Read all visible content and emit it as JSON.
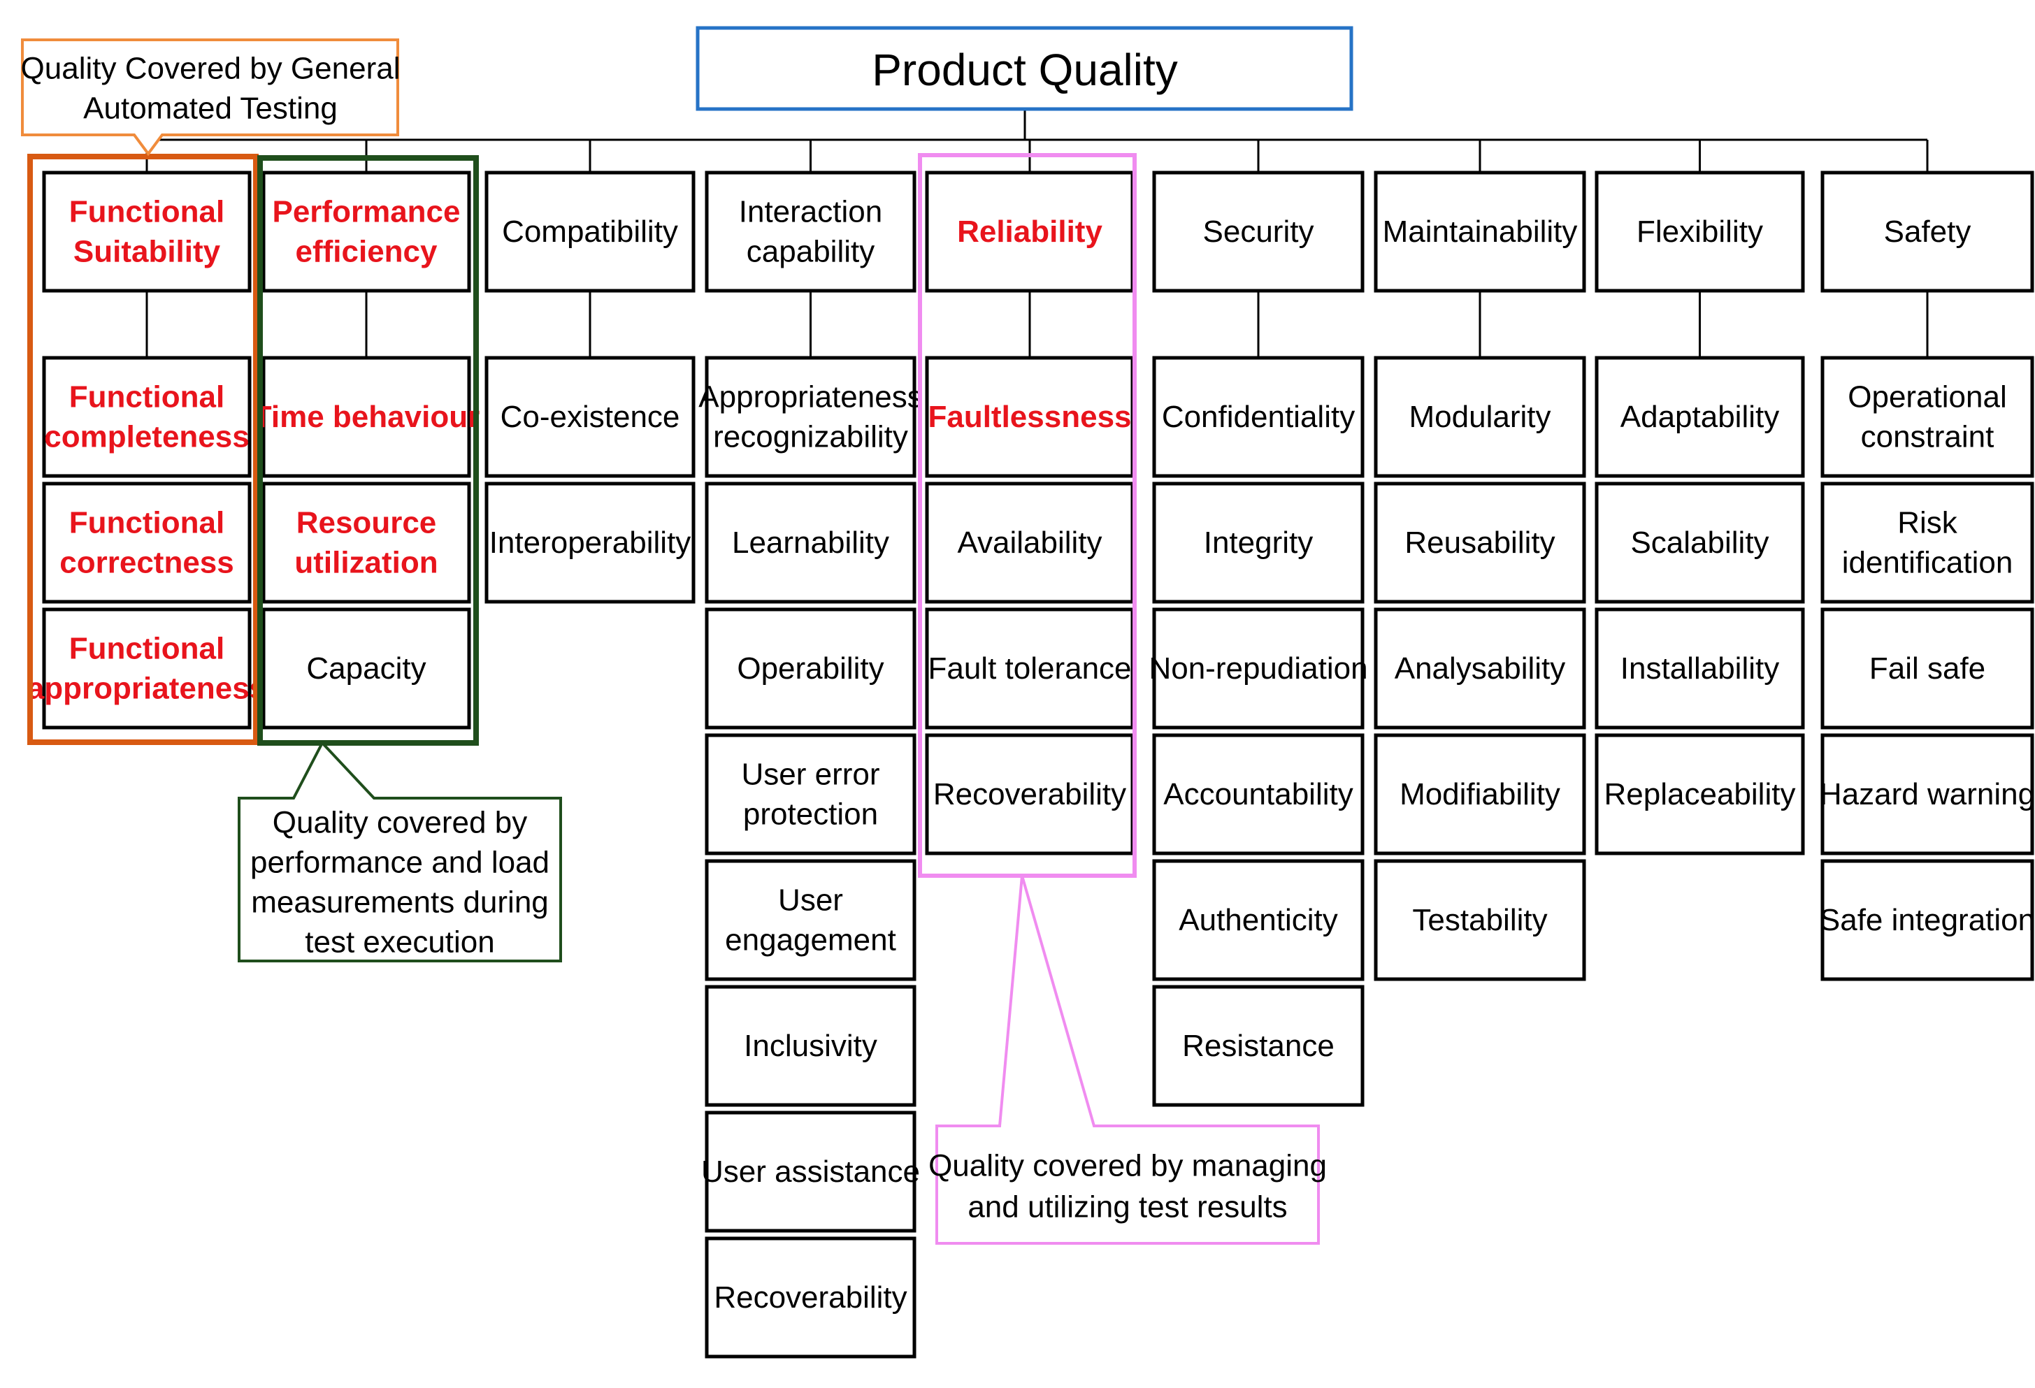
{
  "title": "Product Quality",
  "colors": {
    "highlight_text": "#e8141c",
    "root_border": "#2673c6",
    "functional_group": "#d85a12",
    "performance_group": "#1f4e1c",
    "reliability_group": "#f08cf0",
    "general_note_border": "#f08c3c"
  },
  "characteristics": [
    {
      "name": [
        "Functional",
        "Suitability"
      ],
      "highlight": true,
      "subs": [
        {
          "lines": [
            "Functional",
            "completeness"
          ],
          "highlight": true
        },
        {
          "lines": [
            "Functional",
            "correctness"
          ],
          "highlight": true
        },
        {
          "lines": [
            "Functional",
            "appropriateness"
          ],
          "highlight": true
        }
      ]
    },
    {
      "name": [
        "Performance",
        "efficiency"
      ],
      "highlight": true,
      "subs": [
        {
          "lines": [
            "Time behaviour"
          ],
          "highlight": true
        },
        {
          "lines": [
            "Resource",
            "utilization"
          ],
          "highlight": true
        },
        {
          "lines": [
            "Capacity"
          ],
          "highlight": false
        }
      ]
    },
    {
      "name": [
        "Compatibility"
      ],
      "highlight": false,
      "subs": [
        {
          "lines": [
            "Co-existence"
          ],
          "highlight": false
        },
        {
          "lines": [
            "Interoperability"
          ],
          "highlight": false
        }
      ]
    },
    {
      "name": [
        "Interaction",
        "capability"
      ],
      "highlight": false,
      "subs": [
        {
          "lines": [
            "Appropriateness",
            "recognizability"
          ],
          "highlight": false
        },
        {
          "lines": [
            "Learnability"
          ],
          "highlight": false
        },
        {
          "lines": [
            "Operability"
          ],
          "highlight": false
        },
        {
          "lines": [
            "User error",
            "protection"
          ],
          "highlight": false
        },
        {
          "lines": [
            "User",
            "engagement"
          ],
          "highlight": false
        },
        {
          "lines": [
            "Inclusivity"
          ],
          "highlight": false
        },
        {
          "lines": [
            "User assistance"
          ],
          "highlight": false
        },
        {
          "lines": [
            "Recoverability"
          ],
          "highlight": false
        }
      ]
    },
    {
      "name": [
        "Reliability"
      ],
      "highlight": true,
      "subs": [
        {
          "lines": [
            "Faultlessness"
          ],
          "highlight": true
        },
        {
          "lines": [
            "Availability"
          ],
          "highlight": false
        },
        {
          "lines": [
            "Fault tolerance"
          ],
          "highlight": false
        },
        {
          "lines": [
            "Recoverability"
          ],
          "highlight": false
        }
      ]
    },
    {
      "name": [
        "Security"
      ],
      "highlight": false,
      "subs": [
        {
          "lines": [
            "Confidentiality"
          ],
          "highlight": false
        },
        {
          "lines": [
            "Integrity"
          ],
          "highlight": false
        },
        {
          "lines": [
            "Non-repudiation"
          ],
          "highlight": false
        },
        {
          "lines": [
            "Accountability"
          ],
          "highlight": false
        },
        {
          "lines": [
            "Authenticity"
          ],
          "highlight": false
        },
        {
          "lines": [
            "Resistance"
          ],
          "highlight": false
        }
      ]
    },
    {
      "name": [
        "Maintainability"
      ],
      "highlight": false,
      "subs": [
        {
          "lines": [
            "Modularity"
          ],
          "highlight": false
        },
        {
          "lines": [
            "Reusability"
          ],
          "highlight": false
        },
        {
          "lines": [
            "Analysability"
          ],
          "highlight": false
        },
        {
          "lines": [
            "Modifiability"
          ],
          "highlight": false
        },
        {
          "lines": [
            "Testability"
          ],
          "highlight": false
        }
      ]
    },
    {
      "name": [
        "Flexibility"
      ],
      "highlight": false,
      "subs": [
        {
          "lines": [
            "Adaptability"
          ],
          "highlight": false
        },
        {
          "lines": [
            "Scalability"
          ],
          "highlight": false
        },
        {
          "lines": [
            "Installability"
          ],
          "highlight": false
        },
        {
          "lines": [
            "Replaceability"
          ],
          "highlight": false
        }
      ]
    },
    {
      "name": [
        "Safety"
      ],
      "highlight": false,
      "subs": [
        {
          "lines": [
            "Operational",
            "constraint"
          ],
          "highlight": false
        },
        {
          "lines": [
            "Risk",
            "identification"
          ],
          "highlight": false
        },
        {
          "lines": [
            "Fail safe"
          ],
          "highlight": false
        },
        {
          "lines": [
            "Hazard warning"
          ],
          "highlight": false
        },
        {
          "lines": [
            "Safe integration"
          ],
          "highlight": false
        }
      ]
    }
  ],
  "notes": {
    "general": [
      "Quality Covered by General",
      "Automated Testing"
    ],
    "performance": [
      "Quality covered by",
      "performance and load",
      "measurements during",
      "test execution"
    ],
    "results": [
      "Quality covered by managing",
      "and utilizing test results"
    ]
  }
}
